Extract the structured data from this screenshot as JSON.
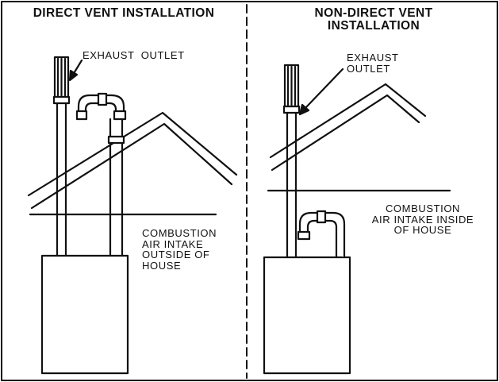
{
  "panels": [
    {
      "title": "DIRECT VENT INSTALLATION",
      "exhaust_label": "EXHAUST  OUTLET",
      "intake_label": "COMBUSTION\nAIR INTAKE\nOUTSIDE OF\nHOUSE"
    },
    {
      "title": "NON-DIRECT VENT\nINSTALLATION",
      "exhaust_label": "EXHAUST\nOUTLET",
      "intake_label": "COMBUSTION\nAIR INTAKE INSIDE\nOF HOUSE"
    }
  ],
  "colors": {
    "line": "#111111",
    "background": "#ffffff"
  }
}
